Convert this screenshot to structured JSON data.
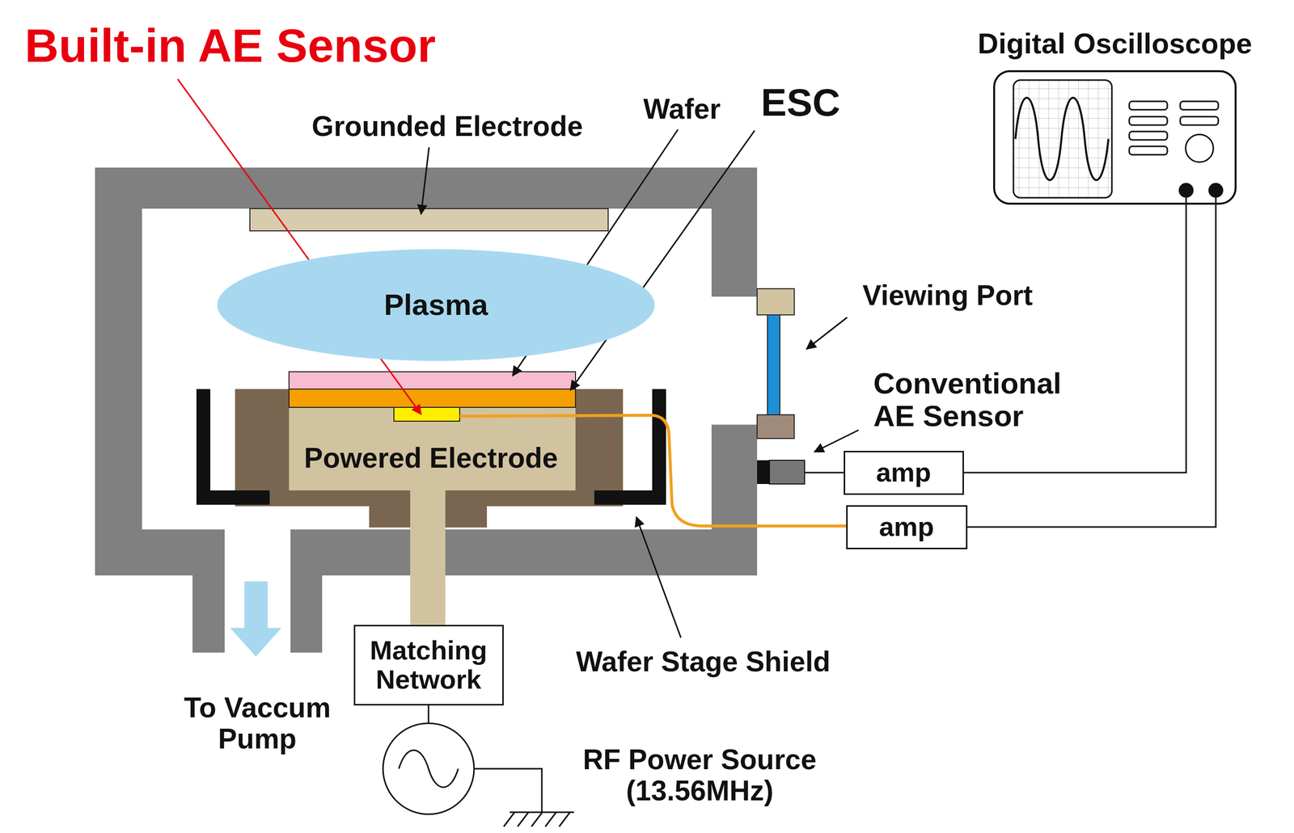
{
  "diagram": {
    "nodes": [
      {
        "text": [
          "Digital Oscilloscope"
        ]
      },
      {
        "text": [
          "Plasma"
        ]
      },
      {
        "text": [
          "Powered Electrode"
        ]
      },
      {
        "text": [
          "amp"
        ]
      },
      {
        "text": [
          "amp"
        ]
      },
      {
        "text": [
          "Matching Network"
        ]
      }
    ],
    "edges": [
      {
        "from": 3,
        "to": 0,
        "arrow": "none"
      },
      {
        "from": 4,
        "to": 0,
        "arrow": "none"
      }
    ],
    "labels": [
      "Built-in AE Sensor",
      "Grounded Electrode",
      "Wafer",
      "ESC",
      "Viewing Port",
      "Conventional AE Sensor",
      "Wafer Stage Shield",
      "To Vaccum Pump",
      "RF Power Source (13.56MHz)"
    ]
  }
}
